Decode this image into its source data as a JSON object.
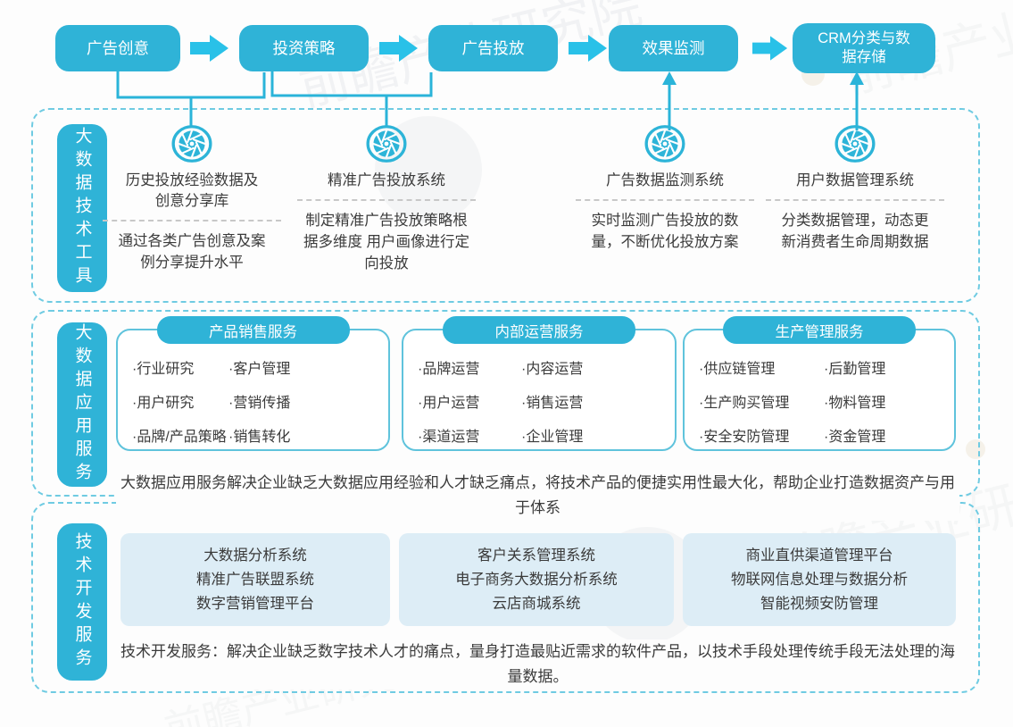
{
  "watermark": {
    "text": "前瞻产业研究院"
  },
  "colors": {
    "primary": "#2fb3d7",
    "arrow": "#29c1e8",
    "dashed_border": "#6fcbe2",
    "light_box": "#ddedf6",
    "text": "#3b3b3b"
  },
  "flow": {
    "steps": [
      "广告创意",
      "投资策略",
      "广告投放",
      "效果监测",
      "CRM分类与数据存储"
    ]
  },
  "sections": {
    "tools": {
      "label": "大数据技术工具",
      "columns": [
        {
          "title": "历史投放经验数据及创意分享库",
          "desc": "通过各类广告创意及案例分享提升水平"
        },
        {
          "title": "精准广告投放系统",
          "desc": "制定精准广告投放策略根据多维度 用户画像进行定向投放"
        },
        {
          "title": "广告数据监测系统",
          "desc": "实时监测广告投放的数量，不断优化投放方案"
        },
        {
          "title": "用户数据管理系统",
          "desc": "分类数据管理，动态更新消费者生命周期数据"
        }
      ]
    },
    "application": {
      "label": "大数据应用服务",
      "boxes": [
        {
          "header": "产品销售服务",
          "left": [
            "·行业研究",
            "·用户研究",
            "·品牌/产品策略"
          ],
          "right": [
            "·客户管理",
            "·营销传播",
            "·销售转化"
          ]
        },
        {
          "header": "内部运营服务",
          "left": [
            "·品牌运营",
            "·用户运营",
            "·渠道运营"
          ],
          "right": [
            "·内容运营",
            "·销售运营",
            "·企业管理"
          ]
        },
        {
          "header": "生产管理服务",
          "left": [
            "·供应链管理",
            "·生产购买管理",
            "·安全安防管理"
          ],
          "right": [
            "·后勤管理",
            "·物料管理",
            "·资金管理"
          ]
        }
      ],
      "note": "大数据应用服务解决企业缺乏大数据应用经验和人才缺乏痛点，将技术产品的便捷实用性最大化，帮助企业打造数据资产与用于体系"
    },
    "development": {
      "label": "技术开发服务",
      "boxes": [
        {
          "lines": [
            "大数据分析系统",
            "精准广告联盟系统",
            "数字营销管理平台"
          ]
        },
        {
          "lines": [
            "客户关系管理系统",
            "电子商务大数据分析系统",
            "云店商城系统"
          ]
        },
        {
          "lines": [
            "商业直供渠道管理平台",
            "物联网信息处理与数据分析",
            "智能视频安防管理"
          ]
        }
      ],
      "note": "技术开发服务：解决企业缺乏数字技术人才的痛点，量身打造最贴近需求的软件产品，以技术手段处理传统手段无法处理的海量数据。"
    }
  }
}
